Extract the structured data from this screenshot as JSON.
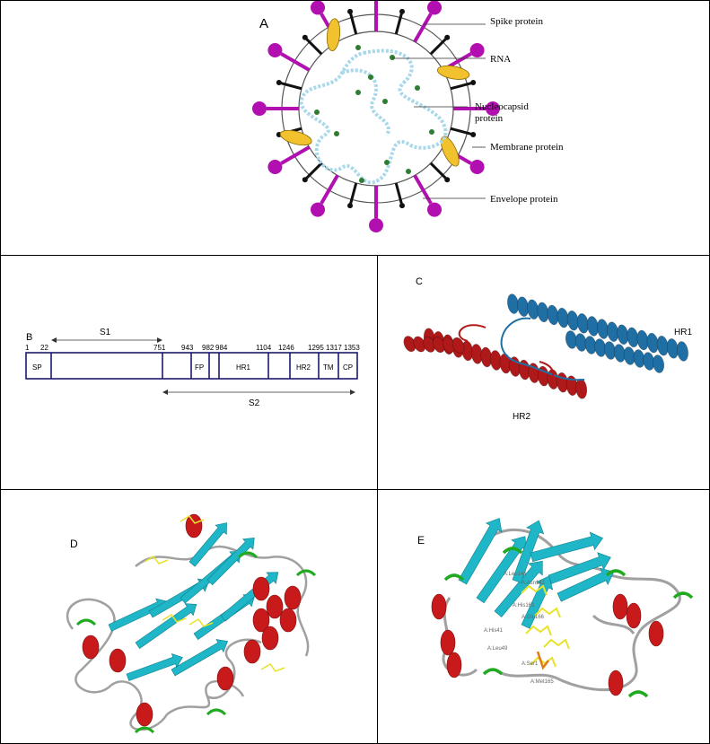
{
  "panel_a": {
    "letter": "A",
    "labels": {
      "spike": "Spike protein",
      "rna": "RNA",
      "nucleocapsid_1": "Nucleocapsid",
      "nucleocapsid_2": "protein",
      "membrane": "Membrane protein",
      "envelope": "Envelope protein"
    },
    "colors": {
      "spike": "#b10fb0",
      "envelope": "#f2c12e",
      "rna": "#a8d8ea",
      "nucleocapsid": "#2e7d32"
    }
  },
  "panel_b": {
    "letter": "B",
    "subunits": {
      "s1": "S1",
      "s2": "S2"
    },
    "positions": [
      "1",
      "22",
      "751",
      "943",
      "982",
      "984",
      "1104",
      "1246",
      "1295",
      "1317",
      "1353"
    ],
    "domains": {
      "sp": "SP",
      "fp": "FP",
      "hr1": "HR1",
      "hr2": "HR2",
      "tm": "TM",
      "cp": "CP"
    },
    "colors": {
      "outline": "#1a1a6e"
    }
  },
  "panel_c": {
    "letter": "C",
    "labels": {
      "hr1": "HR1",
      "hr2": "HR2"
    },
    "colors": {
      "hr1": "#1f6fa5",
      "hr2": "#b01919"
    }
  },
  "panel_d": {
    "letter": "D"
  },
  "panel_e": {
    "letter": "E",
    "residue_labels": [
      "A:Leu141",
      "A:Asn142",
      "A:His163",
      "A:Glu166",
      "A:His41",
      "A:Leu49",
      "A:Ser1",
      "A:Met165"
    ]
  }
}
